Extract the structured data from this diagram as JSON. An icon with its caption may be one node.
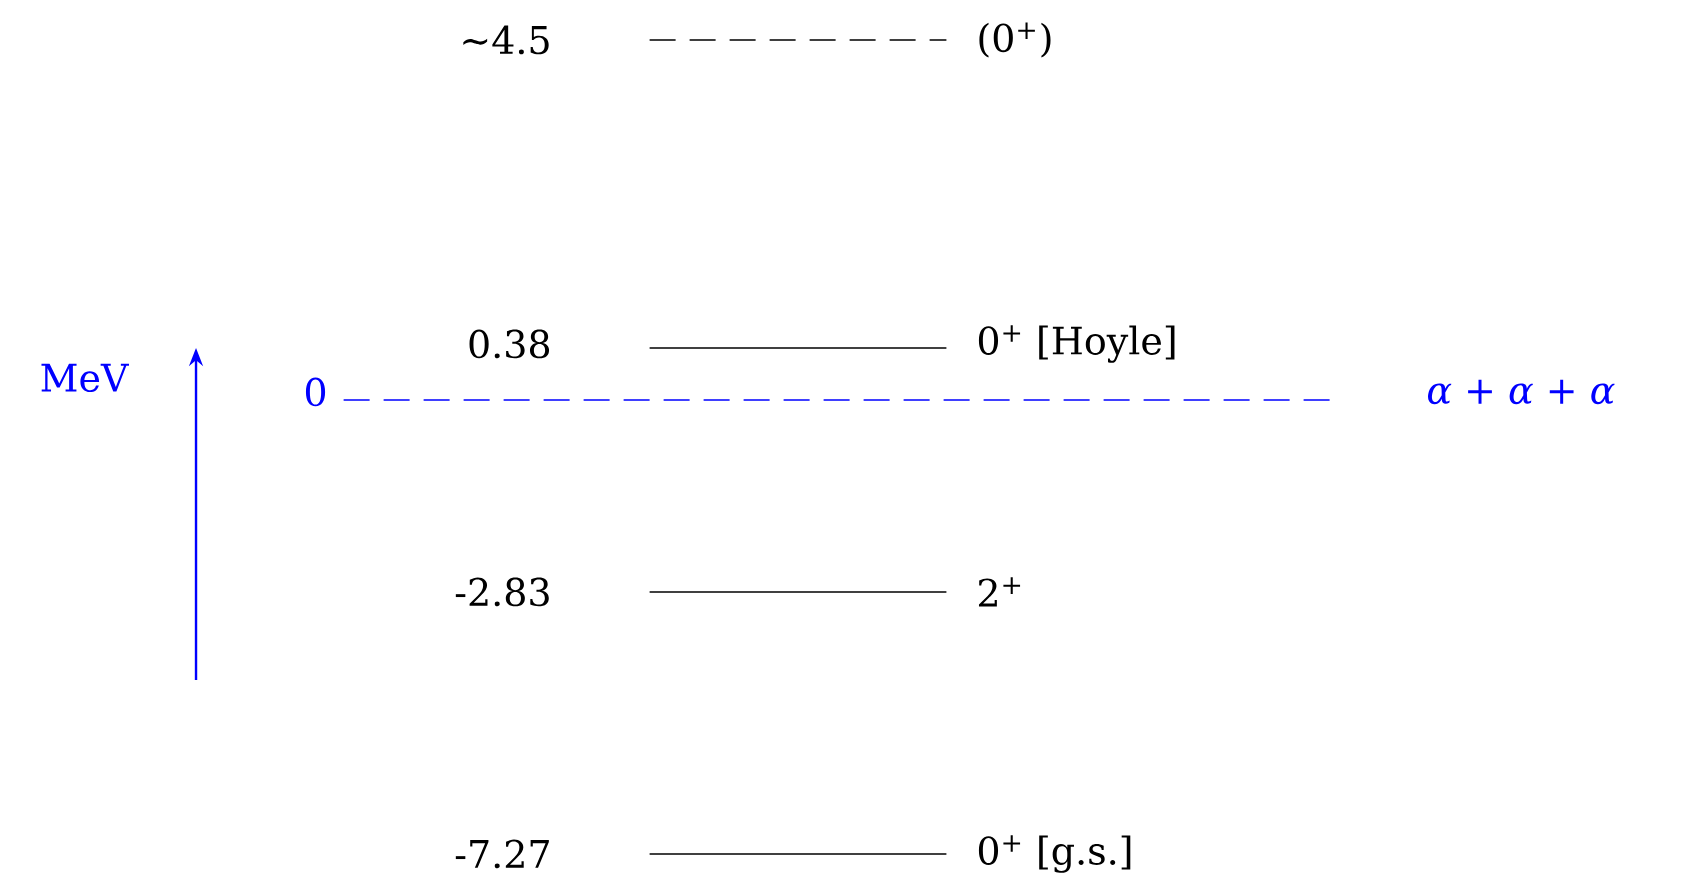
{
  "diagram": {
    "nodes": [
      {
        "text": [],
        "shape": "line",
        "beside": [
          "∼4.5",
          "(0$^{+}$)"
        ]
      },
      {
        "text": [],
        "shape": "line",
        "beside": [
          "0$^{+}$ [Hoyle]"
        ]
      },
      {
        "text": [],
        "shape": "line",
        "beside": [
          "-2.83",
          "2$^{+}$"
        ]
      },
      {
        "text": [],
        "shape": "line",
        "beside": [
          "-7.27",
          "0$^{+}$ [g.s.]"
        ]
      },
      {
        "text": [],
        "shape": "line",
        "beside": [
          "0",
          "*α + α + α*"
        ]
      }
    ],
    "labels": [
      "MeV",
      "0.38"
    ]
  }
}
